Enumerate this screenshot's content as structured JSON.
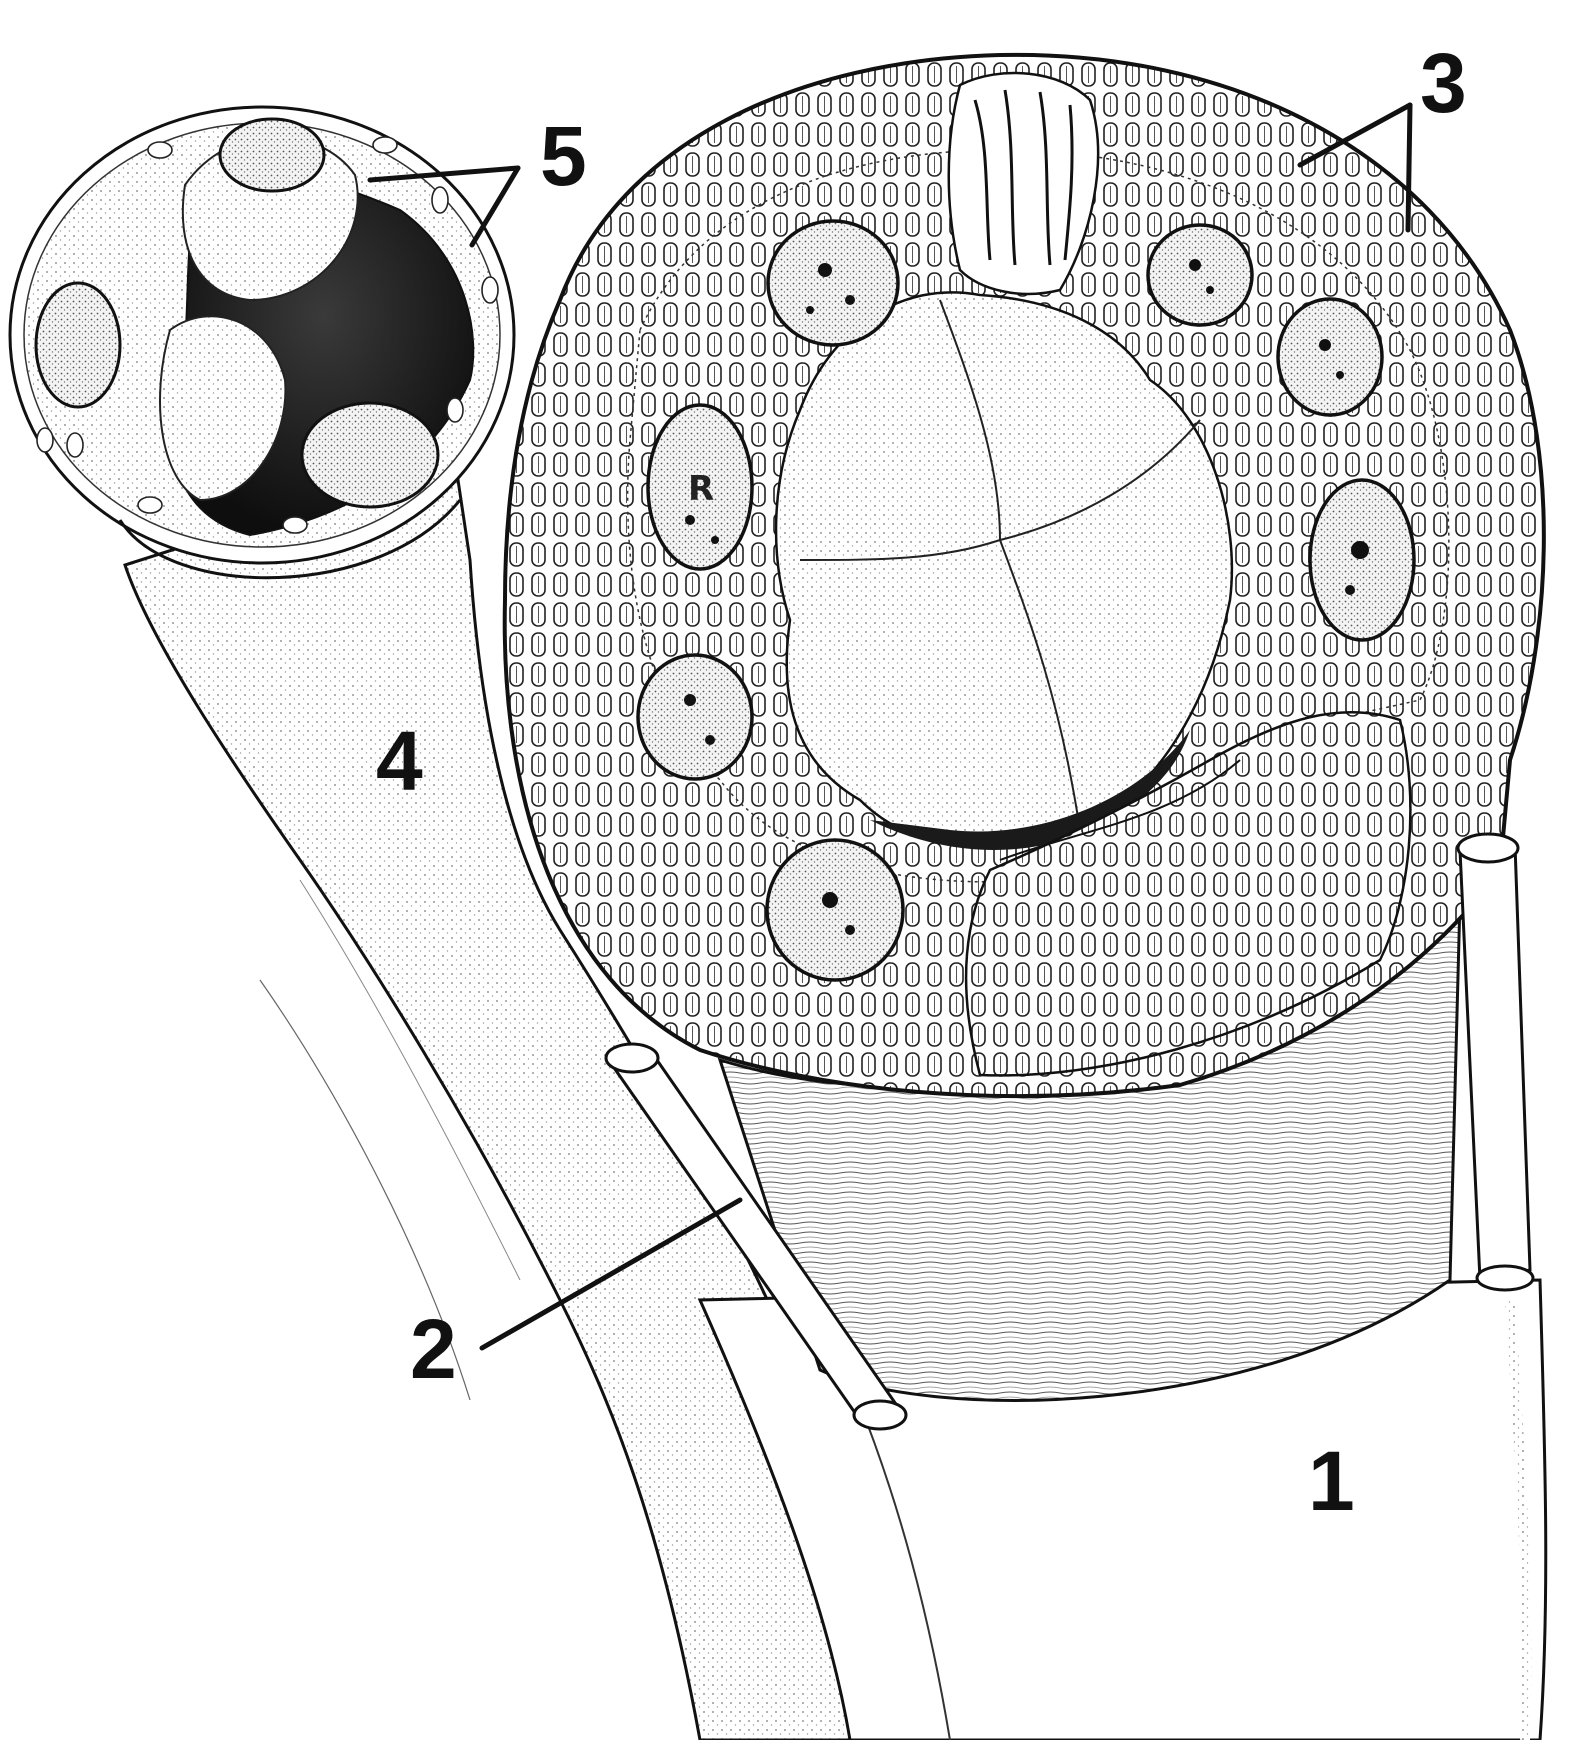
{
  "figure": {
    "colors": {
      "ink": "#111111",
      "paper": "#ffffff",
      "stipple": "#8a8a8a",
      "dark_lumen": "#1a1a1a",
      "nucleus_fill": "#e2e2e2"
    },
    "labels": {
      "label_1": "1",
      "label_2": "2",
      "label_3": "3",
      "label_4": "4",
      "label_5": "5",
      "nucleus_mark": "R"
    }
  }
}
